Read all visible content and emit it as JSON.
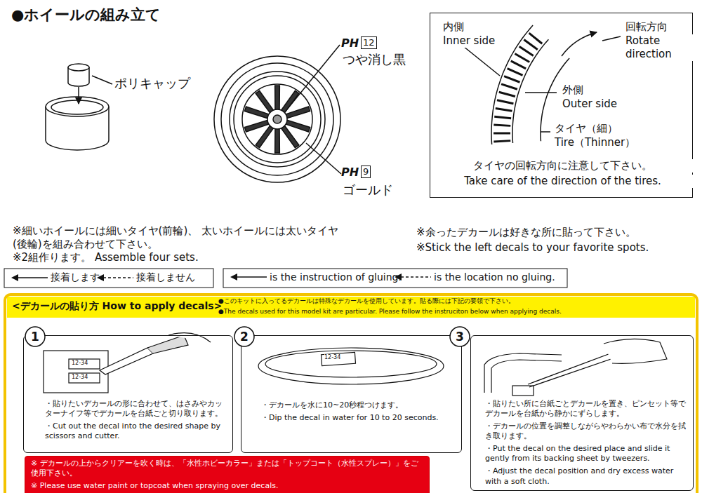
{
  "diagram": {
    "title": "●ホイールの組み立て",
    "nodes": [
      {
        "text": [
          "内側",
          "Inner side",
          "回転方向",
          "Rotate direction",
          "外側",
          "Outer side",
          "タイヤ（細）",
          "Tire（Thinner）",
          "タイヤの回転方向に注意して下さい。",
          "Take care of the direction of the tires."
        ]
      },
      {
        "text": [
          "<デカールの貼り方 How to apply decals>",
          "●このキットに入ってるデカールは特殊なデカールを使用しています。貼る際には下記の要領で下さい。",
          "●The decals used for this model kit are particular. Please follow the instruciton below when applying decals."
        ]
      },
      {
        "text": [
          "・貼りたいデカールの形に合わせて、はさみやカッターナイフ等でデカールを台紙ごと切り取ります。",
          "・Cut out the decal into the desired shape by scissors and cutter."
        ],
        "in": 1
      },
      {
        "text": [
          "1"
        ],
        "in": 1
      },
      {
        "text": [
          "・デカールを水に10~20秒程つけます。",
          "・Dip the decal in water for 10 to 20 seconds."
        ],
        "in": 1
      },
      {
        "text": [
          "2"
        ],
        "in": 1
      },
      {
        "text": [
          "・貼りたい所に台紙ごとデカールを置き、ピンセット等でデカールを台紙から静かにずらします。",
          "・デカールの位置を調整しながらやわらかい布で水分を拭き取ります。",
          "・Put the decal on the desired place and slide it gently from its backing sheet by tweezers.",
          "・Adjust the decal position and dry excess water with a soft cloth."
        ],
        "in": 1
      },
      {
        "text": [
          "3"
        ],
        "in": 1
      },
      {
        "text": [
          "※ デカールの上からクリアーを吹く時は、「水性ホビーカラー」または「トップコート（水性スプレー）」をご使用下さい。",
          "※ Please use water paint or topcoat when spraying over decals."
        ],
        "in": 1
      }
    ],
    "labels": [
      "ポリキャップ",
      "PH",
      "12",
      "つや消し黒",
      "PH",
      "9",
      "ゴールド",
      "※細いホイールには細いタイヤ(前輪)、 太いホイールには太いタイヤ(後輪)を組み合わせて下さい。",
      "※2組作ります。 Assemble four sets.",
      "※余ったデカールは好きな所に貼って下さい。",
      "※Stick the left decals to your favorite spots.",
      "12-34",
      "12-34",
      "12-34"
    ],
    "legend": [
      {
        "text": "接着します"
      },
      {
        "text": "接着しません"
      },
      {
        "text": "is the instruction of gluing."
      },
      {
        "text": "is the location no gluing."
      }
    ]
  }
}
